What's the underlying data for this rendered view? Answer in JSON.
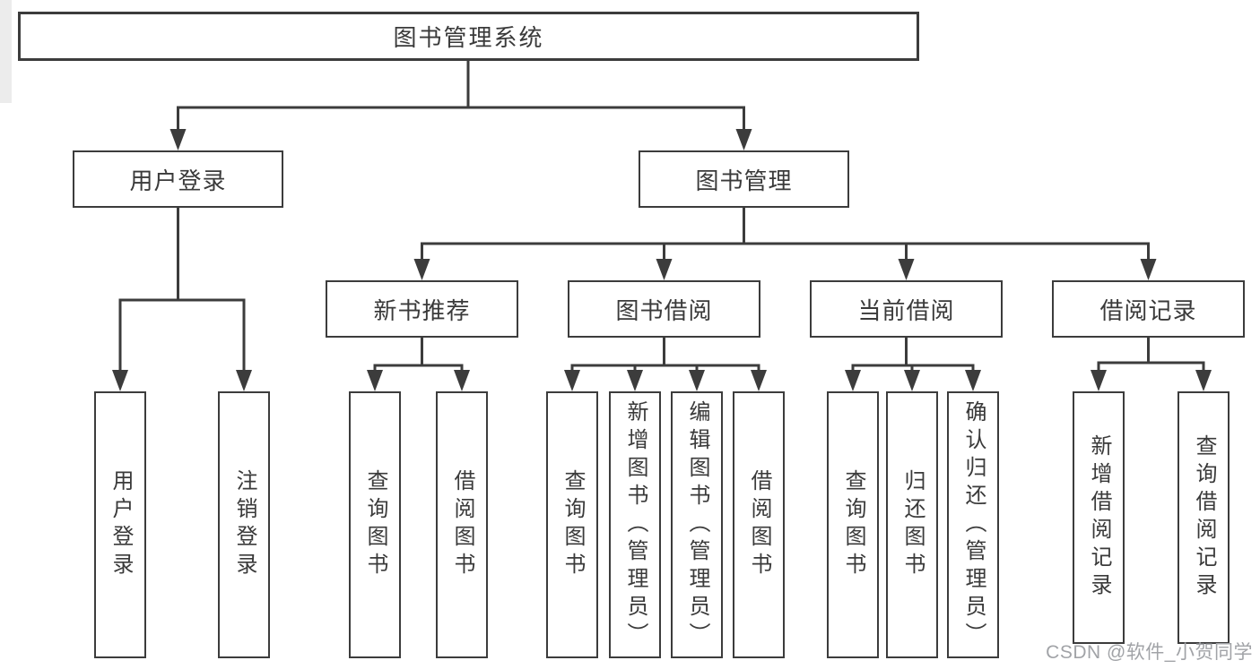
{
  "tree": {
    "root": {
      "label": "图书管理系统",
      "children": [
        {
          "label": "用户登录",
          "children": [
            {
              "label": "用户登录"
            },
            {
              "label": "注销登录"
            }
          ]
        },
        {
          "label": "图书管理",
          "children": [
            {
              "label": "新书推荐",
              "children": [
                {
                  "label": "查询图书"
                },
                {
                  "label": "借阅图书"
                }
              ]
            },
            {
              "label": "图书借阅",
              "children": [
                {
                  "label": "查询图书"
                },
                {
                  "label": "新增图书（管理员）"
                },
                {
                  "label": "编辑图书（管理员）"
                },
                {
                  "label": "借阅图书"
                }
              ]
            },
            {
              "label": "当前借阅",
              "children": [
                {
                  "label": "查询图书"
                },
                {
                  "label": "归还图书"
                },
                {
                  "label": "确认归还（管理员）"
                }
              ]
            },
            {
              "label": "借阅记录",
              "children": [
                {
                  "label": "新增借阅记录"
                },
                {
                  "label": "查询借阅记录"
                }
              ]
            }
          ]
        }
      ]
    }
  },
  "watermark": {
    "text": "CSDN @软件_小贺同学"
  },
  "colors": {
    "line": "#3c3c3c",
    "box_border": "#3c3c3c",
    "text": "#3a3a3a",
    "watermark": "#a1a3a7",
    "background": "#ffffff"
  }
}
